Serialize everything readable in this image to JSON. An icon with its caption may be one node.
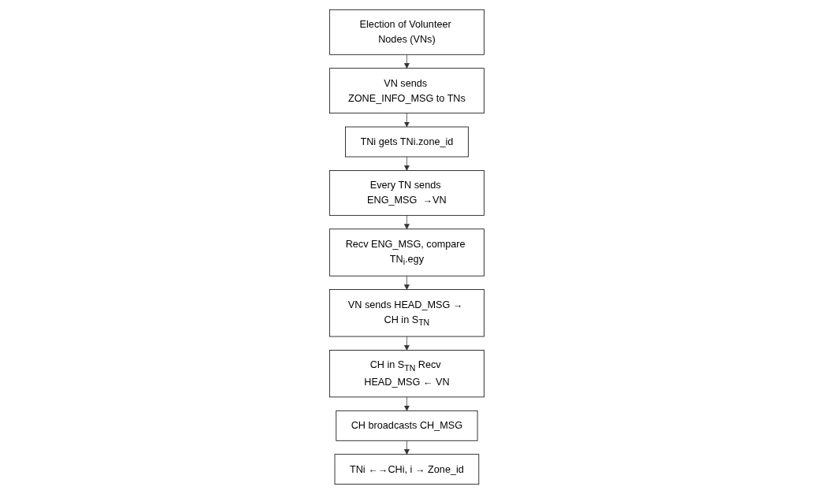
{
  "diagram": {
    "nodes": [
      {
        "text": [
          "Election of Volunteer Nodes (VNs)"
        ]
      },
      {
        "text": [
          "VN sends ZONE_INFO_MSG to TNs"
        ]
      },
      {
        "text": [
          "TNi gets TNi.zone_id"
        ]
      },
      {
        "text": [
          "Every TN sends ENG_MSG  →VN"
        ]
      },
      {
        "text": [
          "Recv ENG_MSG, compare TN$_{i}$.egy"
        ]
      },
      {
        "text": [
          "VN sends HEAD_MSG → CH in S$_{TN}$"
        ]
      },
      {
        "text": [
          "CH in S$_{TN}$ Recv HEAD_MSG ← VN"
        ]
      },
      {
        "text": [
          "CH broadcasts CH_MSG"
        ]
      },
      {
        "text": [
          "TNi ←→CHi,  i → Zone_id"
        ]
      }
    ],
    "edges": [
      {
        "from": 0,
        "to": 1,
        "arrow": "to"
      },
      {
        "from": 1,
        "to": 2,
        "arrow": "to"
      },
      {
        "from": 2,
        "to": 3,
        "arrow": "to"
      },
      {
        "from": 3,
        "to": 4,
        "arrow": "to"
      },
      {
        "from": 4,
        "to": 5,
        "arrow": "to"
      },
      {
        "from": 5,
        "to": 6,
        "arrow": "to"
      },
      {
        "from": 6,
        "to": 7,
        "arrow": "to"
      },
      {
        "from": 7,
        "to": 8,
        "arrow": "to"
      }
    ]
  }
}
